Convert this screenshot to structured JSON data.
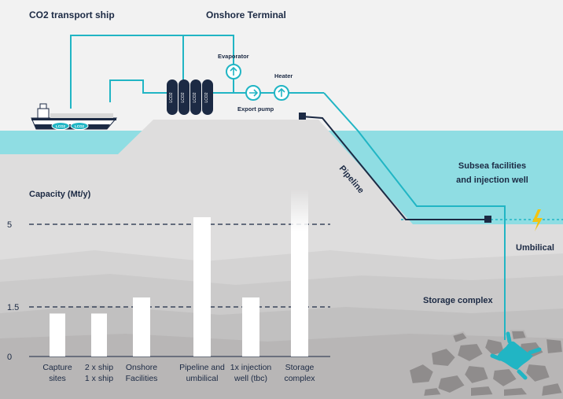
{
  "labels": {
    "ship": "CO2 transport ship",
    "terminal": "Onshore Terminal",
    "evaporator": "Evaporator",
    "heater": "Heater",
    "export_pump": "Export pump",
    "pipeline": "Pipeline",
    "subsea_line1": "Subsea facilities",
    "subsea_line2": "and injection well",
    "umbilical": "Umbilical",
    "storage": "Storage complex",
    "capacity": "Capacity (Mt/y)",
    "tank": "LCO2",
    "hull_tank": "LCO2"
  },
  "colors": {
    "sea": "#8fdde3",
    "pipe": "#21b5c4",
    "navy": "#1c2a44",
    "sky": "#f2f2f2"
  },
  "chart_data": {
    "type": "bar",
    "ylabel": "Capacity (Mt/y)",
    "yticks": [
      "0",
      "1.5",
      "5"
    ],
    "ylim": [
      0,
      6
    ],
    "dashed_lines": [
      1.5,
      5
    ],
    "categories": [
      [
        "Capture",
        "sites"
      ],
      [
        "2 x ship",
        "1 x ship"
      ],
      [
        "Onshore",
        "Facilities"
      ],
      [
        "Pipeline and",
        "umbilical"
      ],
      [
        "1x injection",
        "well (tbc)"
      ],
      [
        "Storage",
        "complex"
      ]
    ],
    "values": [
      1.3,
      1.3,
      1.9,
      5.3,
      1.9,
      6.5
    ]
  }
}
